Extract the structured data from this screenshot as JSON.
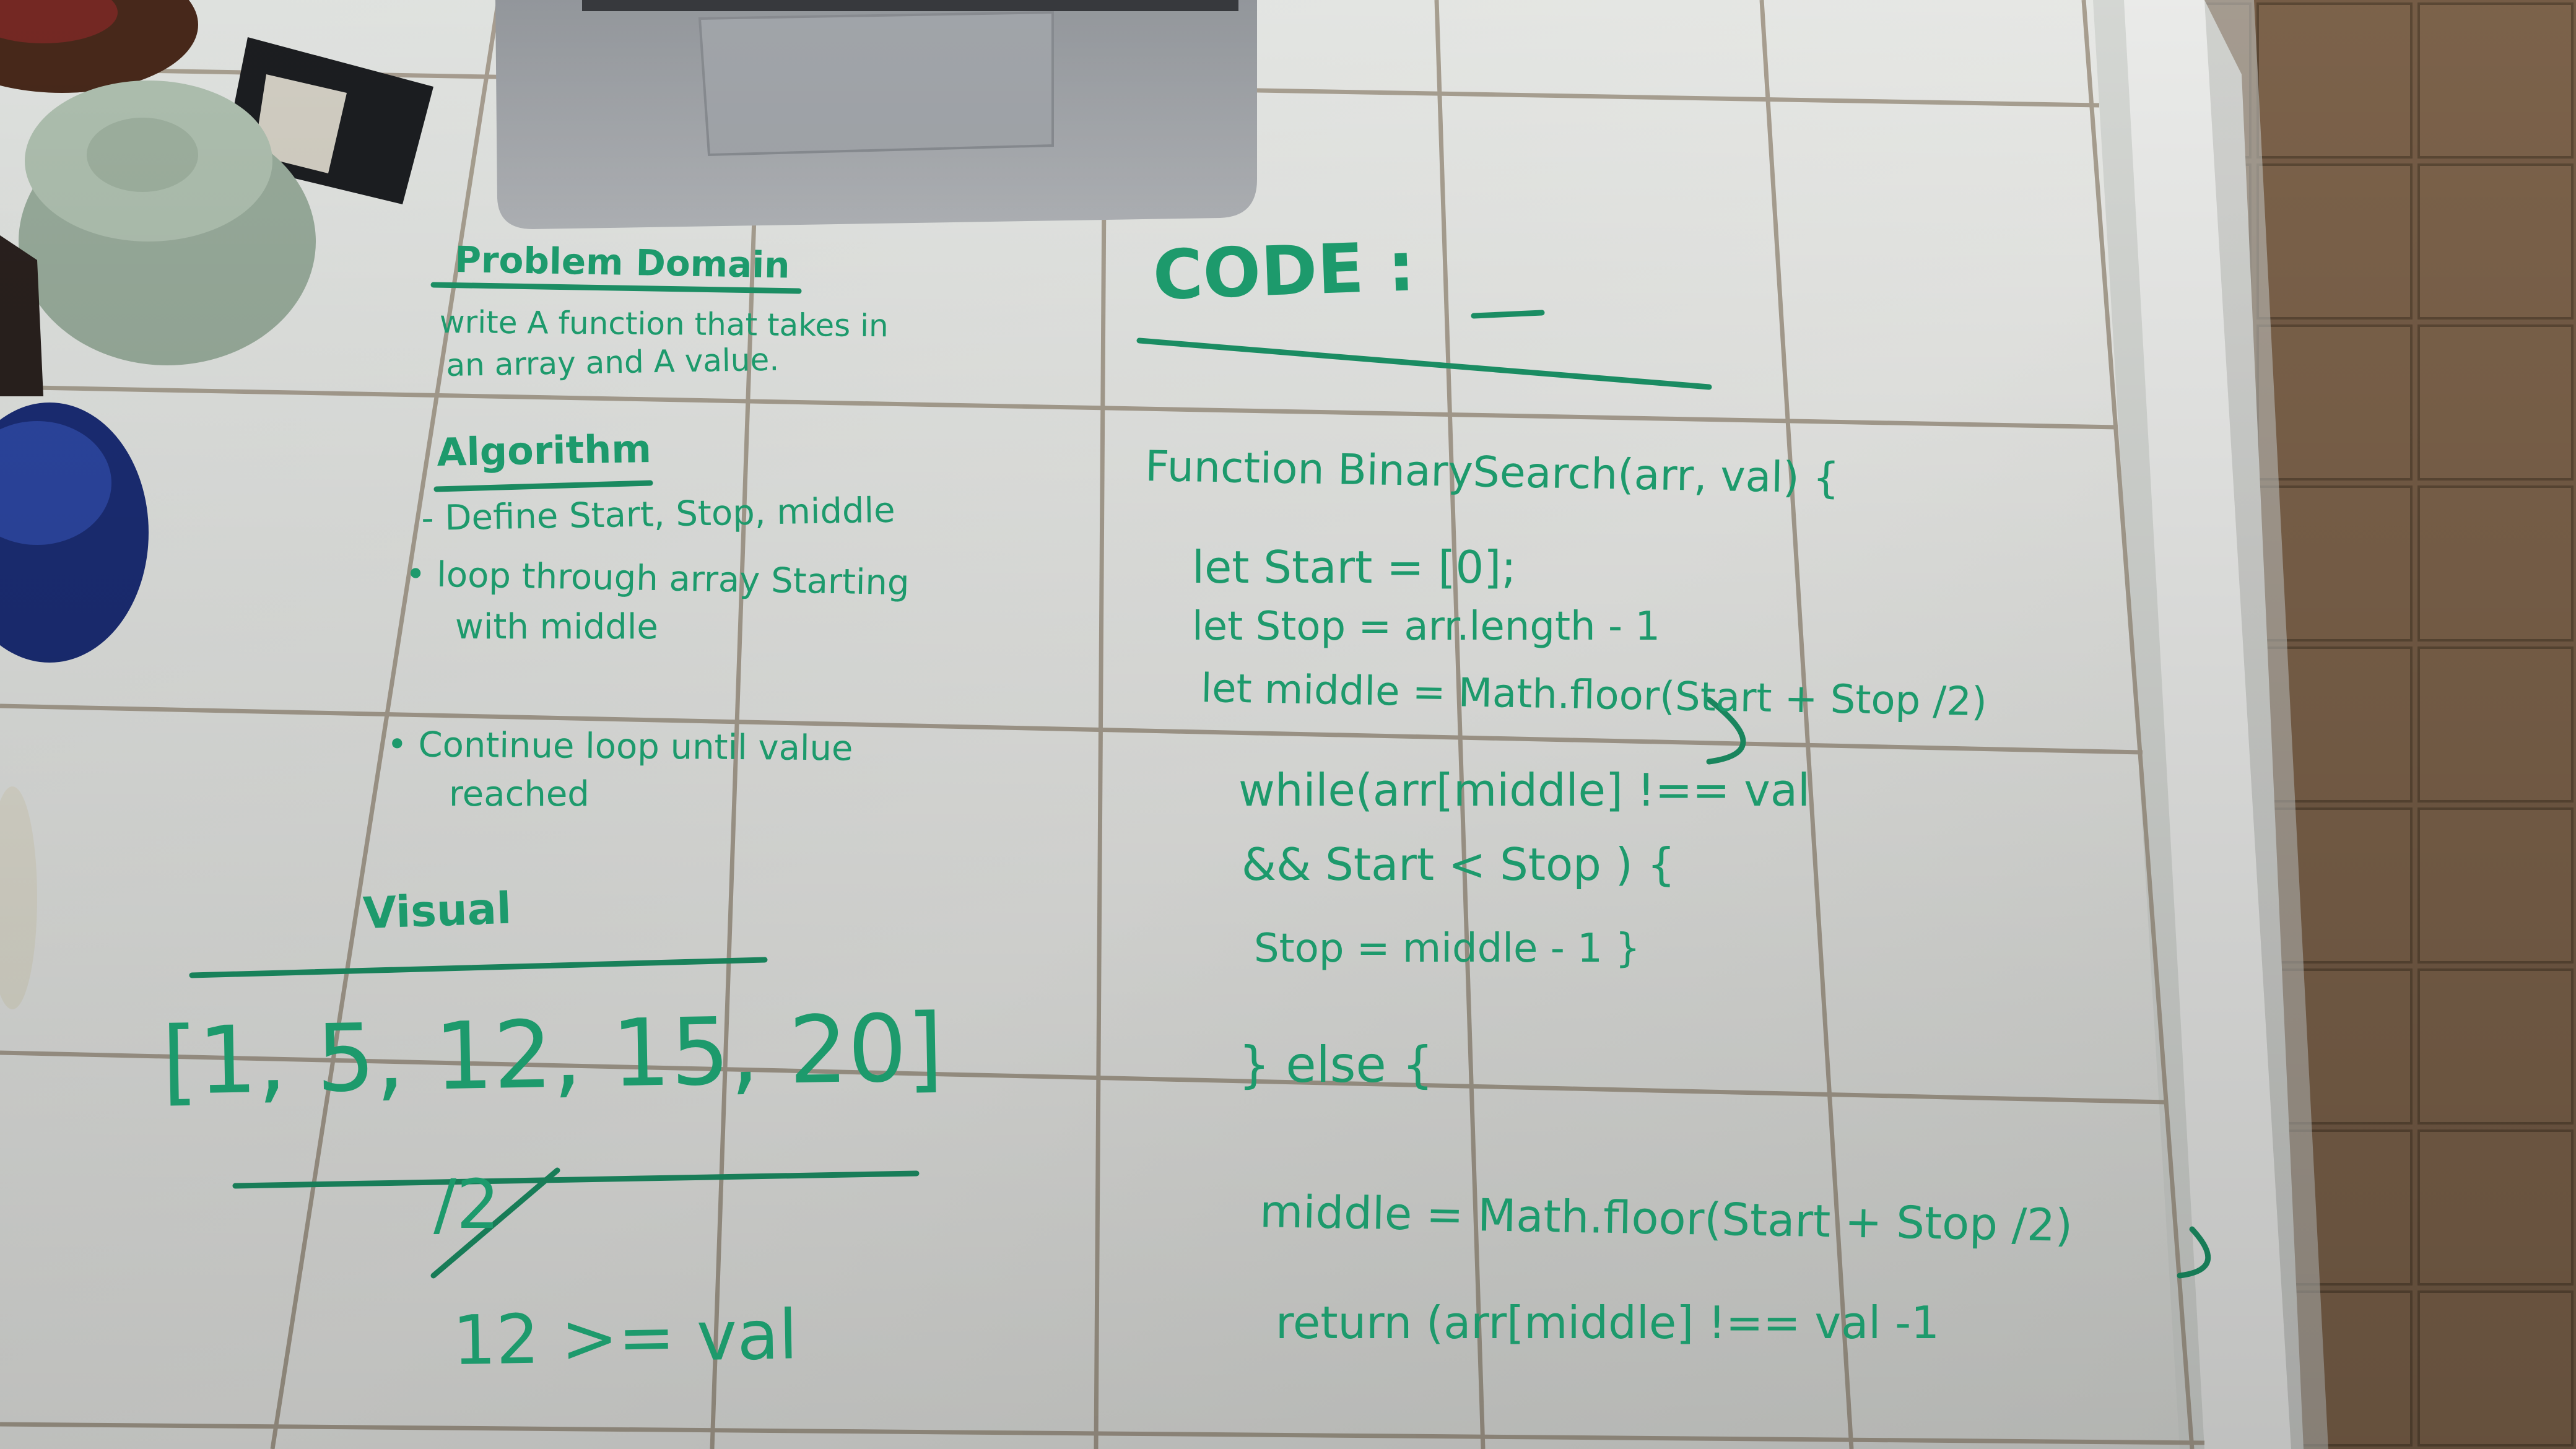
{
  "photo": {
    "subject": "whiteboard-marker notes on a white tile countertop",
    "ink_color": "#1d9a6c",
    "tile_color": "#eef0ee",
    "grout_color": "#a79c8c",
    "floor_color": "#8a6c52"
  },
  "notes": {
    "problem_heading": "Problem Domain",
    "problem_line1": "write A function that takes in",
    "problem_line2": "an array and A value.",
    "algorithm_heading": "Algorithm",
    "algo_step1": "- Define Start, Stop, middle",
    "algo_step2_line1": "• loop through array Starting",
    "algo_step2_line2": "with middle",
    "algo_step3_line1": "• Continue loop until value",
    "algo_step3_line2": "reached",
    "visual_heading": "Visual",
    "visual_array": "[1, 5, 12, 15, 20]",
    "visual_divide": "/2",
    "visual_compare": "12 >= val",
    "code_heading": "CODE :",
    "code_lines": [
      "Function BinarySearch(arr, val) {",
      "let Start = [0];",
      "let Stop = arr.length - 1",
      "let middle = Math.floor(Start + Stop /2)",
      "while(arr[middle] !== val",
      "&& Start < Stop ) {",
      "Stop = middle - 1 }",
      "} else {",
      "middle = Math.floor(Start + Stop /2)",
      "return (arr[middle] !== val -1"
    ]
  }
}
